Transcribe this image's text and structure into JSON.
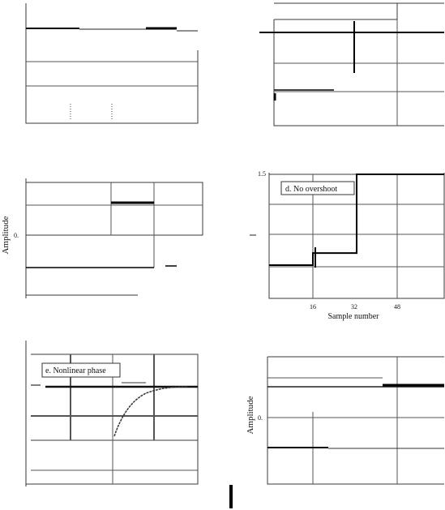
{
  "chart_data": [
    {
      "panel": "top-left",
      "type": "line",
      "title": "",
      "xlabel": "",
      "ylabel": ""
    },
    {
      "panel": "top-right",
      "type": "line",
      "title": "",
      "xlabel": "",
      "ylabel": ""
    },
    {
      "panel": "middle-left",
      "type": "line",
      "title": "",
      "xlabel": "",
      "ylabel": "Amplitude",
      "yticks": [
        "0."
      ]
    },
    {
      "panel": "middle-right",
      "type": "line",
      "title": "d.  No overshoot",
      "xlabel": "Sample number",
      "ylabel": "",
      "xticks": [
        "16",
        "32",
        "48"
      ],
      "yticks": [
        "1.5"
      ],
      "series": [
        {
          "x": [
            0,
            16,
            16,
            32,
            32,
            64
          ],
          "y": [
            0.0,
            0.0,
            0.2,
            0.2,
            1.5,
            1.5
          ]
        }
      ]
    },
    {
      "panel": "bottom-left",
      "type": "line",
      "title": "e.  Nonlinear phase",
      "xlabel": "",
      "ylabel": ""
    },
    {
      "panel": "bottom-right",
      "type": "line",
      "title": "",
      "xlabel": "",
      "ylabel": "Amplitude",
      "yticks": [
        "0."
      ]
    }
  ]
}
